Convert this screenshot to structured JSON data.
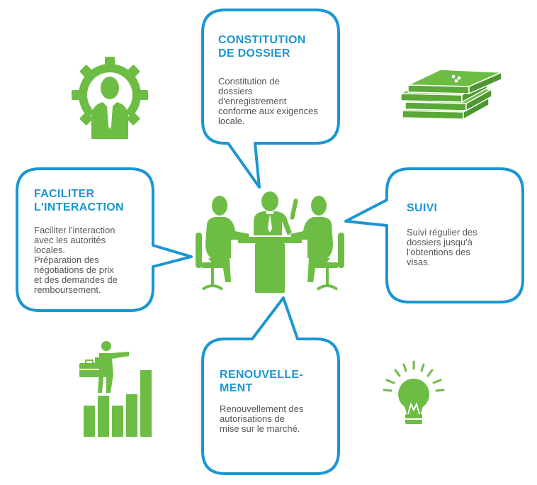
{
  "colors": {
    "bubble_stroke": "#1b96d3",
    "title": "#1b96d3",
    "body": "#555555",
    "icon_green": "#6dbd45"
  },
  "icons": {
    "top_left": "gear-person-icon",
    "top_right": "stacked-folders-icon",
    "center": "meeting-table-icon",
    "bottom_left": "businessman-bar-chart-icon",
    "bottom_right": "lightbulb-icon"
  },
  "bubbles": {
    "constitution": {
      "title_lines": [
        "CONSTITUTION",
        "DE DOSSIER"
      ],
      "body_lines": [
        "Constitution de",
        "dossiers",
        "d'enregistrement",
        "conforme aux exigences",
        "locale."
      ]
    },
    "faciliter": {
      "title_lines": [
        "FACILITER",
        "L'INTERACTION"
      ],
      "body_lines": [
        "Faciliter l'interaction",
        "avec les autorités",
        "locales.",
        "Préparation des",
        "négotiations de prix",
        "et des demandes de",
        "remboursement."
      ]
    },
    "suivi": {
      "title_lines": [
        "SUIVI"
      ],
      "body_lines": [
        "Suivi régulier des",
        "dossiers jusqu'à",
        "l'obtentions des",
        "visas."
      ]
    },
    "renouvellement": {
      "title_lines": [
        "RENOUVELLE-",
        "MENT"
      ],
      "body_lines": [
        "Renouvellement des",
        "autorisations de",
        "mise sur le marché."
      ]
    }
  }
}
